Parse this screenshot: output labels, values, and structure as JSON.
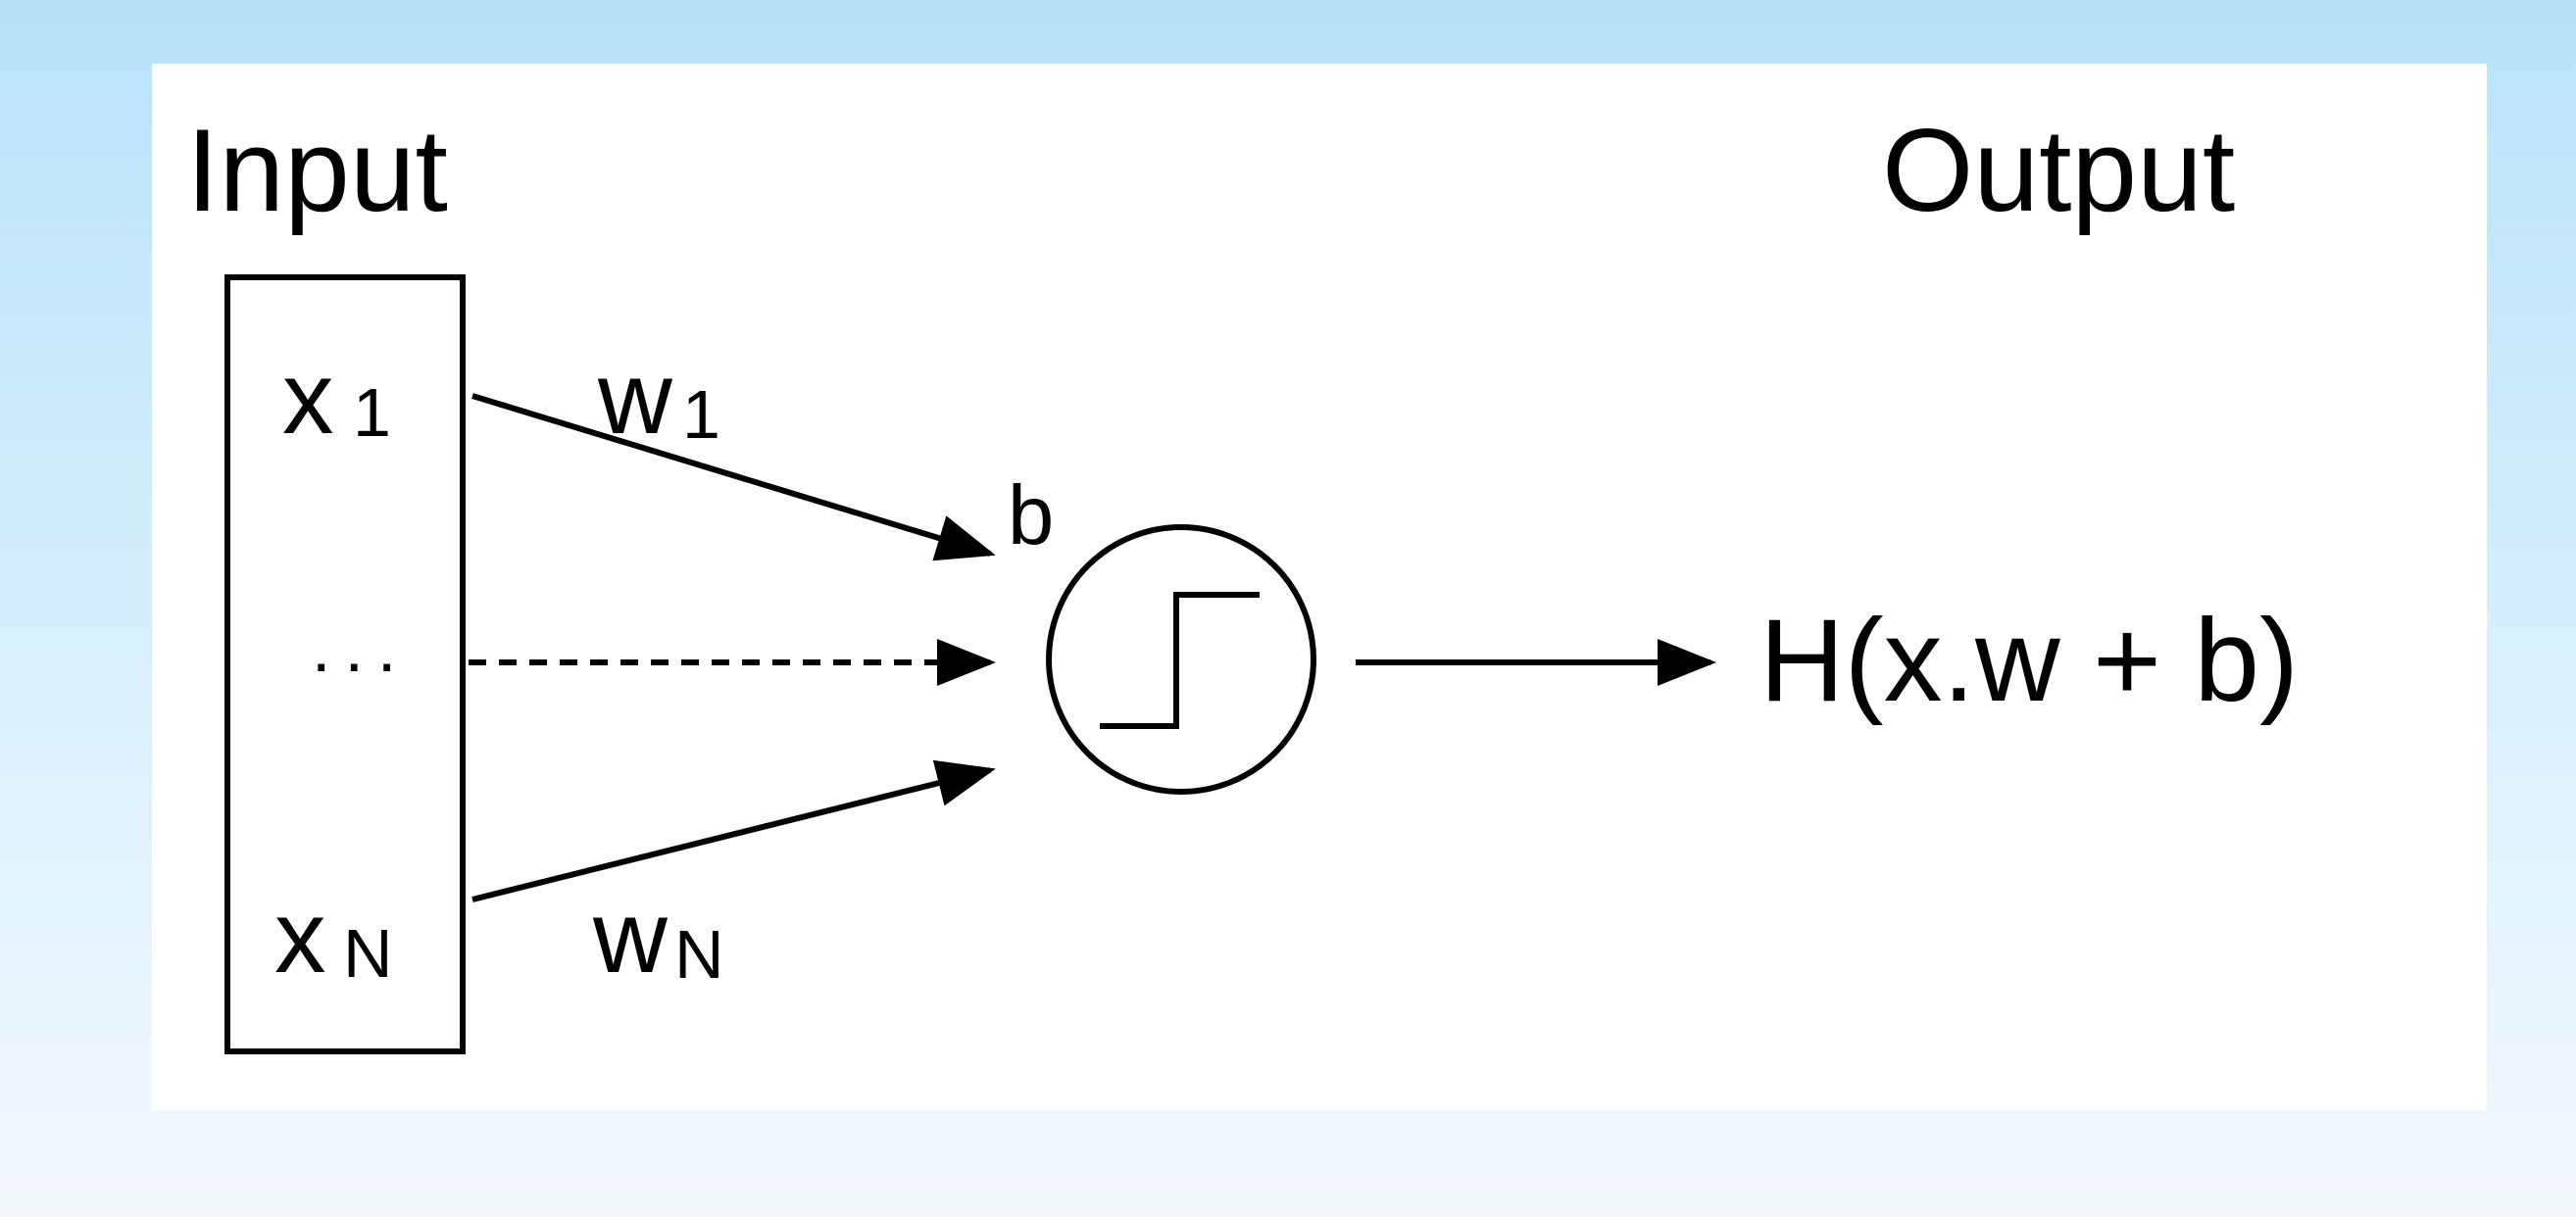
{
  "diagram": {
    "input_heading": "Input",
    "output_heading": "Output",
    "inputs": {
      "first": {
        "symbol": "x",
        "index": "1"
      },
      "ellipsis": "...",
      "last": {
        "symbol": "x",
        "index": "N"
      }
    },
    "weights": {
      "first": {
        "symbol": "w",
        "index": "1"
      },
      "last": {
        "symbol": "w",
        "index": "N"
      }
    },
    "bias_label": "b",
    "activation_icon": "step-function-icon",
    "output_formula": "H(x.w + b)"
  },
  "colors": {
    "background_top": "#b8e2fa",
    "background_bottom": "#f3f9fd",
    "panel": "#ffffff",
    "ink": "#000000"
  }
}
